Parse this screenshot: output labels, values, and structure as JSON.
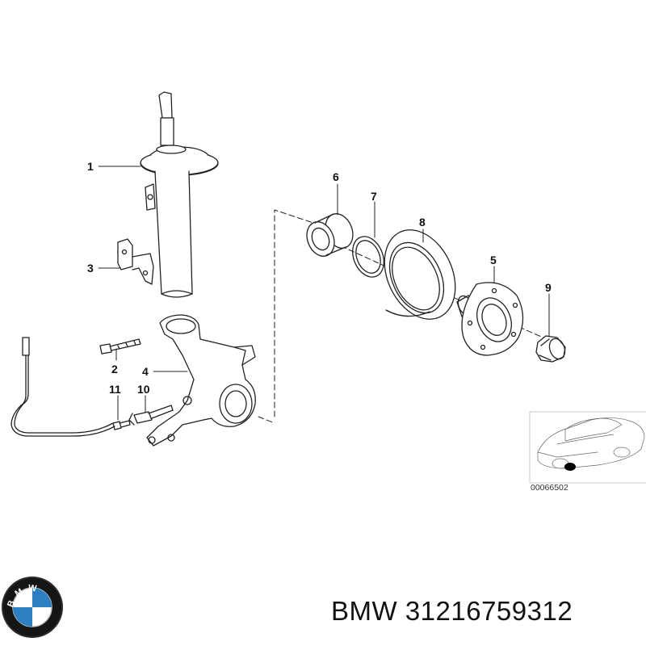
{
  "diagram": {
    "callouts": [
      "1",
      "2",
      "3",
      "4",
      "5",
      "6",
      "7",
      "8",
      "9",
      "10",
      "11"
    ],
    "drawing_code": "00066502"
  },
  "branding": {
    "logo_text": "BMW",
    "caption": "BMW 31216759312"
  },
  "colors": {
    "line": "#222222",
    "logo_blue": "#2d7fc4",
    "logo_ring": "#1a1a1a"
  }
}
